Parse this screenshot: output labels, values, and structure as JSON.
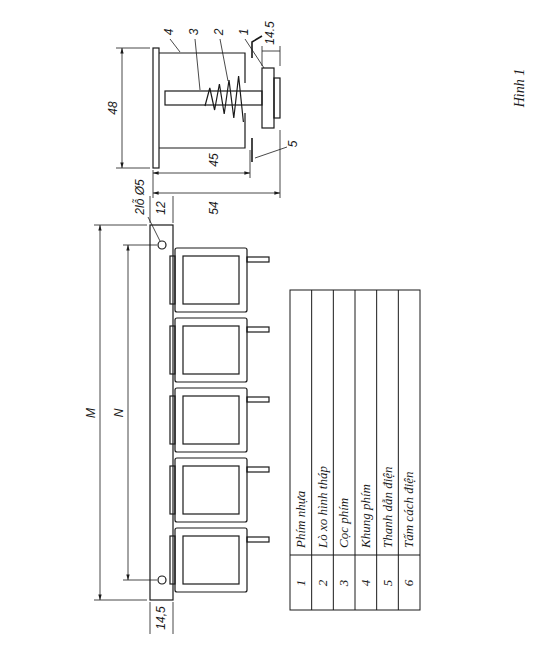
{
  "diagram": {
    "caption": "Hình 1",
    "labels": [
      "M",
      "N",
      "2lỗ Ø5",
      "12",
      "14,5",
      "48",
      "14.5",
      "54",
      "45",
      "4",
      "3",
      "2",
      "1",
      "5",
      "1",
      "Phím nhựa",
      "2",
      "Lò xo hình tháp",
      "3",
      "Cọc phím",
      "4",
      "Khung phím",
      "5",
      "Thanh dẫn điện",
      "6",
      "Tấm cách điện"
    ]
  }
}
